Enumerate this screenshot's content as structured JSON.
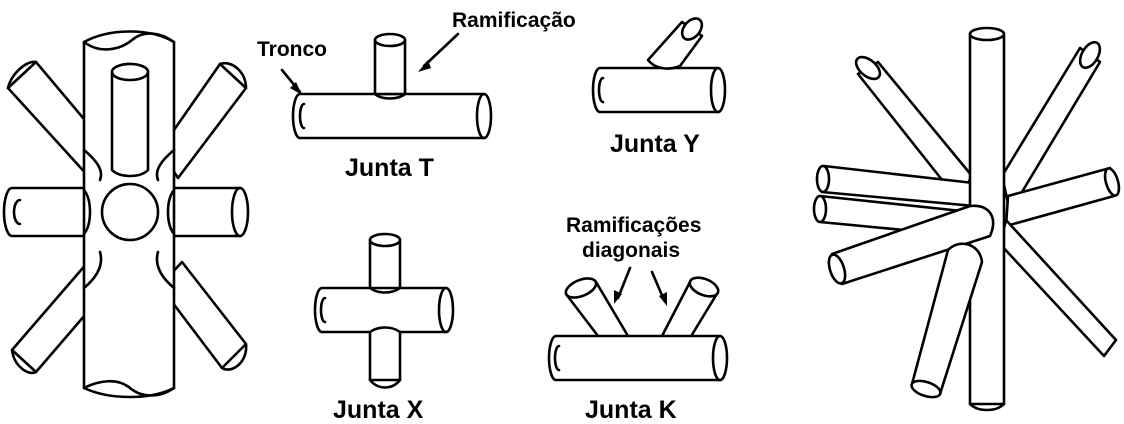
{
  "labels": {
    "tronco": "Tronco",
    "ramificacao": "Ramificação",
    "junta_t": "Junta T",
    "junta_y": "Junta Y",
    "junta_x": "Junta X",
    "junta_k": "Junta K",
    "ramificacoes": "Ramificações",
    "diagonais": "diagonais"
  },
  "colors": {
    "line": "#000000",
    "fill": "#ffffff"
  }
}
